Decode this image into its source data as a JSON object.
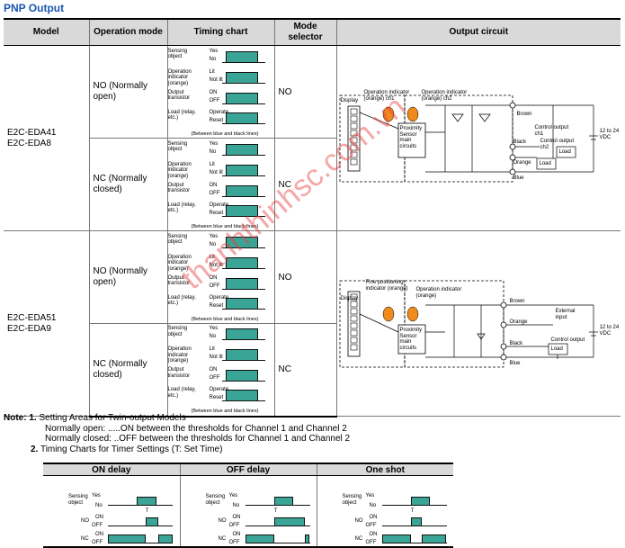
{
  "title": "PNP Output",
  "headers": {
    "model": "Model",
    "mode": "Operation mode",
    "timing": "Timing chart",
    "selector": "Mode selector",
    "circuit": "Output circuit"
  },
  "groups": [
    {
      "models": [
        "E2C-EDA41",
        "E2C-EDA8"
      ],
      "rows": [
        {
          "mode": "NO (Normally open)",
          "selector": "NO"
        },
        {
          "mode": "NC (Normally closed)",
          "selector": "NC"
        }
      ],
      "circuit": {
        "display": "Display",
        "indicator1": "Operation indicator (orange) ch1",
        "indicator2": "Operation indicator (orange) ch2",
        "main": "Proximity Sensor main circuits",
        "brown": "Brown",
        "black": "Black",
        "orange": "Orange",
        "blue": "Blue",
        "ctrl1": "Control output ch1",
        "ctrl2": "Control output ch2",
        "load": "Load",
        "voltage": "12 to 24 VDC"
      }
    },
    {
      "models": [
        "E2C-EDA51",
        "E2C-EDA9"
      ],
      "rows": [
        {
          "mode": "NO (Normally open)",
          "selector": "NO"
        },
        {
          "mode": "NC (Normally closed)",
          "selector": "NC"
        }
      ],
      "circuit": {
        "display": "Display",
        "indicator1": "Fine positioning indicator (orange)",
        "indicator2": "Operation indicator (orange)",
        "main": "Proximity Sensor main circuits",
        "brown": "Brown",
        "orange": "Orange",
        "black": "Black",
        "blue": "Blue",
        "ext": "External input",
        "ctrl": "Control output",
        "load": "Load",
        "voltage": "12 to 24 VDC"
      }
    }
  ],
  "timing_labels": {
    "sensing": "Sensing object",
    "yes": "Yes",
    "no": "No",
    "indicator": "Operation indicator (orange)",
    "lit": "Lit",
    "notlit": "Not lit",
    "transistor": "Output transistor",
    "on": "ON",
    "off": "OFF",
    "load": "Load (relay, etc.)",
    "operate": "Operate",
    "reset": "Reset",
    "between": "(Between blue and black lines)"
  },
  "notes": {
    "label": "Note:",
    "n1_num": "1.",
    "n1_title": "Setting Areas for Twin-output Models",
    "n1_line1": "Normally open: .....ON between the thresholds for Channel 1 and Channel 2",
    "n1_line2": "Normally closed: ..OFF between the thresholds for Channel 1 and Channel 2",
    "n2_num": "2.",
    "n2_title": "Timing Charts for Timer Settings (T: Set Time)"
  },
  "timer_table": {
    "headers": [
      "ON delay",
      "OFF delay",
      "One shot"
    ],
    "labels": {
      "sensing": "Sensing object",
      "yes": "Yes",
      "no": "No",
      "no_row": "NO",
      "nc_row": "NC",
      "on": "ON",
      "off": "OFF",
      "t": "T"
    }
  },
  "watermark": "thanhthinhsc.com.vn",
  "colors": {
    "wave": "#3aa596",
    "indicator": "#f08a1c",
    "title": "#1a56b0",
    "header_bg": "#d9d9d9"
  }
}
